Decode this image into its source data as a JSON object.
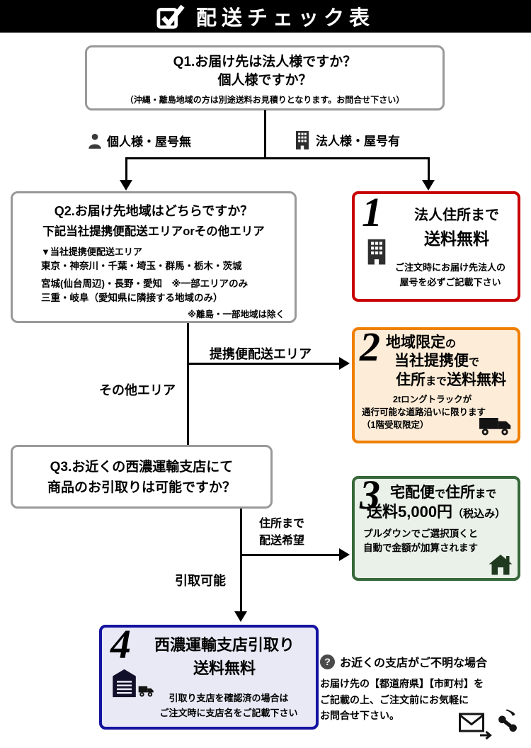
{
  "header": {
    "title": "配送チェック表"
  },
  "q1": {
    "title_line1": "Q1.お届け先は法人様ですか？",
    "title_line2": "個人様ですか？",
    "note": "（沖縄・離島地域の方は別途送料お見積りとなります。お問合せ下さい）"
  },
  "branch": {
    "personal_label": "個人様・屋号無",
    "corporate_label": "法人様・屋号有"
  },
  "q2": {
    "title_line1": "Q2.お届け先地域はどちらですか？",
    "title_line2": "下記当社提携便配送エリアorその他エリア",
    "area_heading": "▼当社提携便配送エリア",
    "area_line1": "東京・神奈川・千葉・埼玉・群馬・栃木・茨城",
    "area_line2": "宮城(仙台周辺)・長野・愛知　※一部エリアのみ",
    "area_line3": "三重・岐阜（愛知県に隣接する地域のみ）",
    "exclusion_note": "※離島・一部地域は除く"
  },
  "connector_labels": {
    "partner_area": "提携便配送エリア",
    "other_area": "その他エリア",
    "address_line1": "住所まで",
    "address_line2": "配送希望",
    "pickup_ok": "引取可能"
  },
  "result1": {
    "number": "1",
    "title_line1": "法人住所まで",
    "title_line2": "送料無料",
    "desc_line1": "ご注文時にお届け先法人の",
    "desc_line2": "屋号を必ずご記載下さい"
  },
  "result2": {
    "number": "2",
    "t1_big": "地域限定",
    "t1_small": "の",
    "t2_big": "当社提携便",
    "t2_small": "で",
    "t3_big1": "住所",
    "t3_small": "まで",
    "t3_big2": "送料無料",
    "desc_line1": "2tロングトラックが",
    "desc_line2": "通行可能な道路沿いに限ります",
    "desc_line3": "（1階受取限定）"
  },
  "q3": {
    "title_line1": "Q3.お近くの西濃運輸支店にて",
    "title_line2": "商品のお引取りは可能ですか？"
  },
  "result3": {
    "number": "3",
    "t1_big1": "宅配便",
    "t1_small1": "で",
    "t1_big2": "住所",
    "t1_small2": "まで",
    "t2_big": "送料5,000円",
    "t2_small": "（税込み）",
    "desc_line1": "プルダウンでご選択頂くと",
    "desc_line2": "自動で金額が加算されます"
  },
  "result4": {
    "number": "4",
    "title_line1": "西濃運輸支店引取り",
    "title_line2": "送料無料",
    "desc_line1": "引取り支店を確認済の場合は",
    "desc_line2": "ご注文時に支店名をご記載下さい"
  },
  "contact": {
    "q_mark": "?",
    "title": "お近くの支店がご不明な場合",
    "line1": "お届け先の【都道府県】【市町村】を",
    "line2": "ご記載の上、ご注文前にお気軽に",
    "line3": "お問合せ下さい。"
  },
  "icons": {
    "header": "checkbox-check-icon",
    "personal_branch": "person-icon",
    "corporate_branch": "building-icon",
    "result1": "office-building-icon",
    "result2": "truck-icon",
    "result3": "house-icon",
    "result4": "warehouse-truck-icon",
    "contact": [
      "question-circle-icon",
      "mail-icon",
      "phone-icon"
    ]
  },
  "colors": {
    "header_bg": "#000000",
    "question_border": "#999999",
    "result1_border": "#c80000",
    "result2_border": "#ef7f00",
    "result2_bg": "#fdecd8",
    "result3_border": "#37683a",
    "result3_bg": "#e9f1e9",
    "result4_border": "#1313a0",
    "result4_bg": "#e9e9f6"
  }
}
